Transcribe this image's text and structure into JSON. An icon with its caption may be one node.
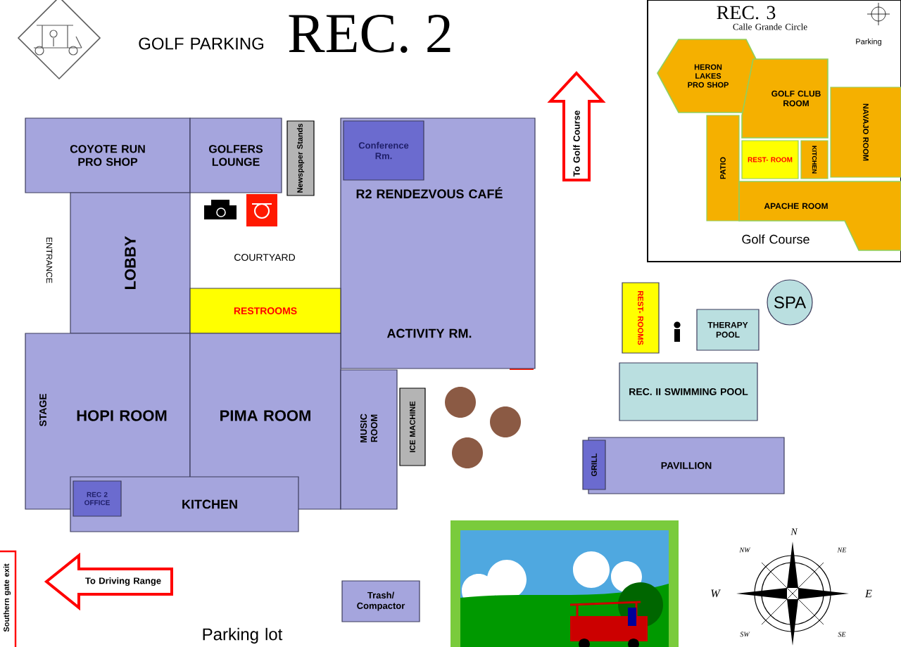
{
  "diagram": {
    "title": "REC. 2",
    "nodes": [
      {
        "text": [
          "COYOTE RUN PRO SHOP"
        ]
      },
      {
        "text": [
          "GOLFERS LOUNGE"
        ]
      },
      {
        "text": [
          "Newspaper Stands"
        ]
      },
      {
        "text": [
          "R2 RENDEZVOUS CAFÉ",
          "ACTIVITY RM."
        ]
      },
      {
        "text": [
          "Conference Rm."
        ],
        "in": 3
      },
      {
        "text": [
          "LOBBY"
        ]
      },
      {
        "text": [
          "RESTROOMS"
        ]
      },
      {
        "text": [
          "STAGE",
          "HOPI ROOM"
        ]
      },
      {
        "text": [
          "PIMA ROOM"
        ]
      },
      {
        "text": [
          "KITCHEN"
        ]
      },
      {
        "text": [
          "REC 2 OFFICE"
        ],
        "in": 9
      },
      {
        "text": [
          "MUSIC ROOM"
        ]
      },
      {
        "text": [
          "ICE MACHINE"
        ]
      },
      {
        "text": [
          "To Driving Range"
        ]
      },
      {
        "text": [
          "To Golf Course"
        ]
      },
      {
        "text": [
          "Trash/ Compactor"
        ]
      },
      {
        "text": [
          "REST- ROOMS"
        ]
      },
      {
        "text": [
          "THERAPY POOL"
        ]
      },
      {
        "text": [
          "SPA"
        ]
      },
      {
        "text": [
          "REC. II SWIMMING POOL"
        ]
      },
      {
        "text": [
          "PAVILLION"
        ]
      },
      {
        "text": [
          "GRILL"
        ],
        "in": 20
      },
      {
        "text": [
          "REC. 3",
          "Calle Grande Circle",
          "Parking",
          "Golf Course"
        ]
      },
      {
        "text": [
          "HERON LAKES PRO SHOP"
        ],
        "in": 22
      },
      {
        "text": [
          "GOLF CLUB ROOM"
        ],
        "in": 22
      },
      {
        "text": [
          "PATIO"
        ],
        "in": 22
      },
      {
        "text": [
          "REST- ROOM"
        ],
        "in": 22
      },
      {
        "text": [
          "KITCHEN"
        ],
        "in": 22
      },
      {
        "text": [
          "NAVAJO ROOM"
        ],
        "in": 22
      },
      {
        "text": [
          "APACHE ROOM"
        ],
        "in": 22
      }
    ],
    "labels": [
      "GOLF PARKING",
      "ENTRANCE",
      "COURTYARD",
      "Parking lot",
      "Southern gate exit",
      "N",
      "NW",
      "NE",
      "W",
      "E",
      "SW",
      "SE"
    ]
  }
}
